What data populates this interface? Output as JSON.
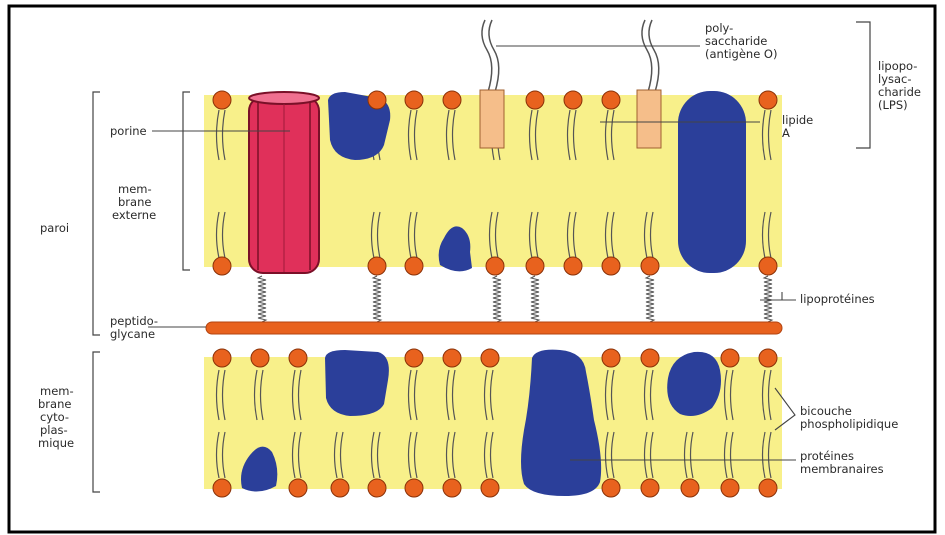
{
  "labels": {
    "porine": "porine",
    "membrane_externe_1": "mem-",
    "membrane_externe_2": "brane",
    "membrane_externe_3": "externe",
    "paroi": "paroi",
    "peptido_1": "peptido-",
    "peptido_2": "glycane",
    "membrane_cyto_1": "mem-",
    "membrane_cyto_2": "brane",
    "membrane_cyto_3": "cyto-",
    "membrane_cyto_4": "plas-",
    "membrane_cyto_5": "mique",
    "polysaccharide_1": "poly-",
    "polysaccharide_2": "saccharide",
    "polysaccharide_3": "(antigène O)",
    "lps_1": "lipopo-",
    "lps_2": "lysac-",
    "lps_3": "charide",
    "lps_4": "(LPS)",
    "lipide_a_1": "lipide",
    "lipide_a_2": "A",
    "lipoproteines": "lipoprotéines",
    "bicouche_1": "bicouche",
    "bicouche_2": "phospholipidique",
    "proteines_1": "protéines",
    "proteines_2": "membranaires"
  },
  "colors": {
    "membrane_fill": "#f8f08a",
    "phospholipid_head": "#e8621e",
    "protein": "#2b3f9a",
    "porin": "#e0305a",
    "lipid_a": "#f5be8a",
    "peptidoglycan": "#e8621e"
  }
}
